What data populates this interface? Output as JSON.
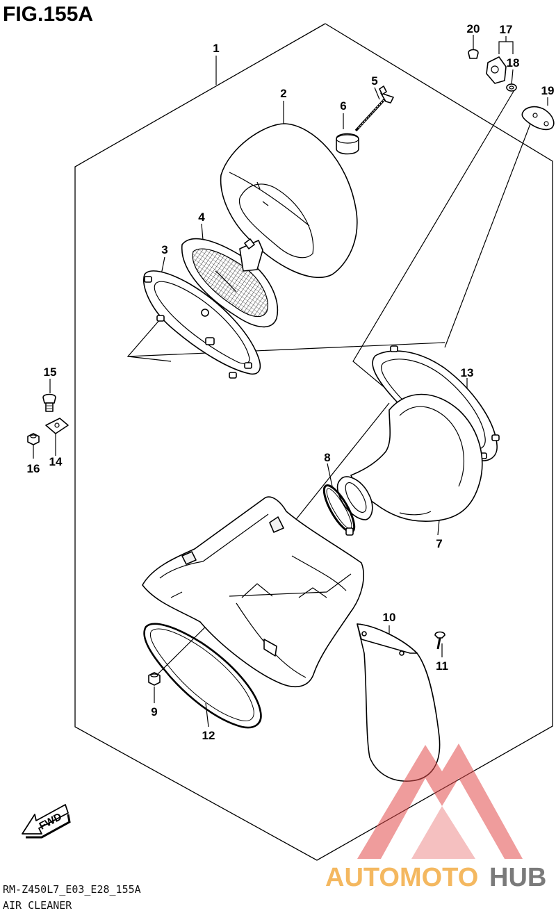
{
  "figure": {
    "title": "FIG.155A",
    "model_code": "RM-Z450L7_E03_E28_155A",
    "caption": "AIR CLEANER"
  },
  "direction_marker": {
    "label": "FWD",
    "icon": "arrow-fwd-icon"
  },
  "callouts": [
    "1",
    "2",
    "3",
    "4",
    "5",
    "6",
    "7",
    "8",
    "9",
    "10",
    "11",
    "12",
    "13",
    "14",
    "15",
    "16",
    "17",
    "18",
    "19",
    "20"
  ],
  "watermark": {
    "text_part_1": "AUTOMOTO",
    "text_part_2": "HUB",
    "colors": {
      "triangle": "#e24a4a",
      "text_part_1": "#f4b860",
      "text_part_2": "#7a7a7a"
    }
  }
}
